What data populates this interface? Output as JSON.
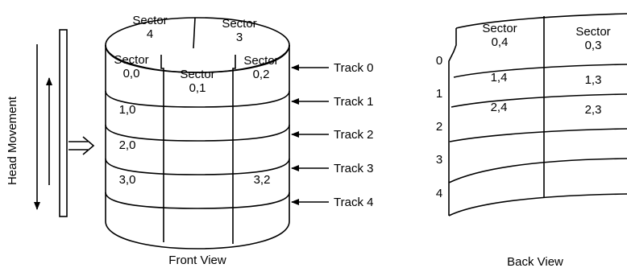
{
  "head_movement_label": "Head Movement",
  "front_view": {
    "caption": "Front View",
    "top_sectors": [
      {
        "line1": "Sector",
        "line2": "4"
      },
      {
        "line1": "Sector",
        "line2": "3"
      }
    ],
    "header_cells": [
      {
        "line1": "Sector",
        "line2": "0,0"
      },
      {
        "line1": "Sector",
        "line2": "0,1"
      },
      {
        "line1": "Sector",
        "line2": "0,2"
      }
    ],
    "cells": [
      "1,0",
      "2,0",
      "3,0",
      "3,2"
    ],
    "tracks": [
      "Track 0",
      "Track 1",
      "Track 2",
      "Track 3",
      "Track 4"
    ]
  },
  "back_view": {
    "caption": "Back View",
    "header_cells": [
      {
        "line1": "Sector",
        "line2": "0,4"
      },
      {
        "line1": "Sector",
        "line2": "0,3"
      }
    ],
    "cells": [
      "1,4",
      "1,3",
      "2,4",
      "2,3"
    ],
    "row_numbers": [
      "0",
      "1",
      "2",
      "3",
      "4"
    ]
  }
}
